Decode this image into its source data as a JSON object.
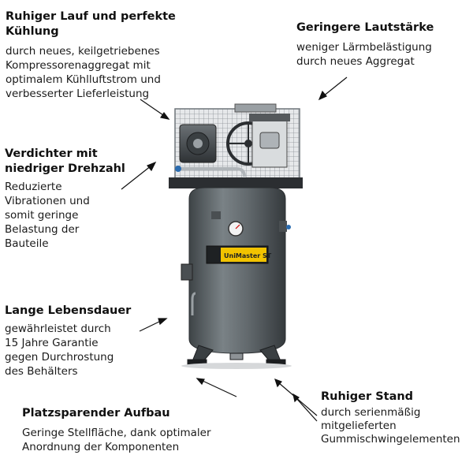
{
  "callouts": {
    "cooling": {
      "title_line1": "Ruhiger Lauf und perfekte",
      "title_line2": "Kühlung",
      "body_lines": [
        "durch neues, keilgetriebenes",
        "Kompressorenaggregat mit",
        "optimalem Kühlluftstrom und",
        "verbesserter Lieferleistung"
      ]
    },
    "noise": {
      "title": "Geringere Lautstärke",
      "body_lines": [
        "weniger Lärmbelästigung",
        "durch neues Aggregat"
      ]
    },
    "speed": {
      "title_line1": "Verdichter mit",
      "title_line2": "niedriger Drehzahl",
      "body_lines": [
        "Reduzierte",
        "Vibrationen und",
        "somit geringe",
        "Belastung der",
        "Bauteile"
      ]
    },
    "lifetime": {
      "title": "Lange Lebensdauer",
      "body_lines": [
        "gewährleistet durch",
        "15 Jahre Garantie",
        "gegen Durchrostung",
        "des Behälters"
      ]
    },
    "space": {
      "title": "Platzsparender Aufbau",
      "body_lines": [
        "Geringe Stellfläche, dank optimaler",
        "Anordnung der Komponenten"
      ]
    },
    "stand": {
      "title": "Ruhiger Stand",
      "body_lines": [
        "durch serienmäßig",
        "mitgelieferten",
        "Gummischwingelementen"
      ]
    }
  },
  "product": {
    "label_text": "UniMaster ST",
    "colors": {
      "tank": "#5d6468",
      "label_yellow": "#f2c300",
      "grille": "#c9cccf",
      "dark": "#2b2e31"
    }
  }
}
